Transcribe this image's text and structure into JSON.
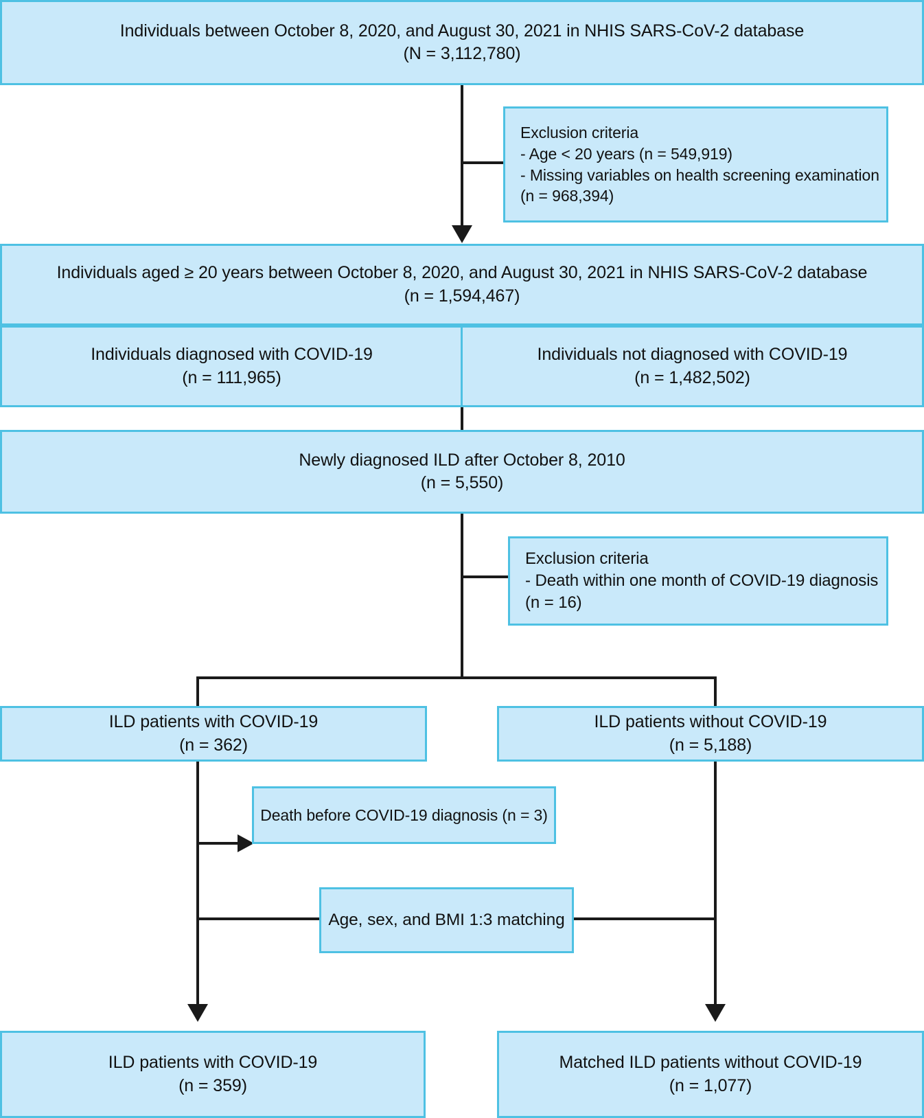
{
  "diagram": {
    "title": "Study population flow diagram",
    "colors": {
      "box_fill": "#c9e9fa",
      "box_border": "#4ec1e3",
      "connector": "#1a1a1a",
      "text": "#111111",
      "background": "#ffffff"
    },
    "nodes": {
      "source_population": {
        "line1": "Individuals between October 8, 2020, and August 30, 2021 in NHIS SARS-CoV-2 database",
        "line2": "(N = 3,112,780)"
      },
      "exclusion_1": {
        "line1": "Exclusion criteria",
        "line2": "- Age < 20 years (n = 549,919)",
        "line3": "- Missing variables on health screening examination",
        "line4": " (n = 968,394)"
      },
      "adults_population": {
        "line1": "Individuals aged ≥ 20 years between October 8, 2020, and August 30, 2021 in NHIS SARS-CoV-2 database",
        "line2": "(n = 1,594,467)"
      },
      "covid_yes": {
        "line1": "Individuals diagnosed with COVID-19",
        "line2": "(n = 111,965)"
      },
      "covid_no": {
        "line1": "Individuals not diagnosed with COVID-19",
        "line2": "(n = 1,482,502)"
      },
      "new_ild": {
        "line1": "Newly diagnosed ILD after October 8, 2010",
        "line2": "(n = 5,550)"
      },
      "exclusion_2": {
        "line1": "Exclusion criteria",
        "line2": "- Death within one month of COVID-19 diagnosis",
        "line3": " (n = 16)"
      },
      "ild_with_covid": {
        "line1": "ILD patients with COVID-19",
        "line2": "(n = 362)"
      },
      "ild_without_covid": {
        "line1": "ILD patients without COVID-19",
        "line2": "(n = 5,188)"
      },
      "death_before": {
        "line1": "Death before COVID-19 diagnosis (n = 3)"
      },
      "matching": {
        "line1": "Age, sex, and BMI 1:3 matching"
      },
      "final_with_covid": {
        "line1": "ILD patients with COVID-19",
        "line2": "(n = 359)"
      },
      "final_without_covid": {
        "line1": "Matched ILD patients without COVID-19",
        "line2": "(n = 1,077)"
      }
    }
  }
}
